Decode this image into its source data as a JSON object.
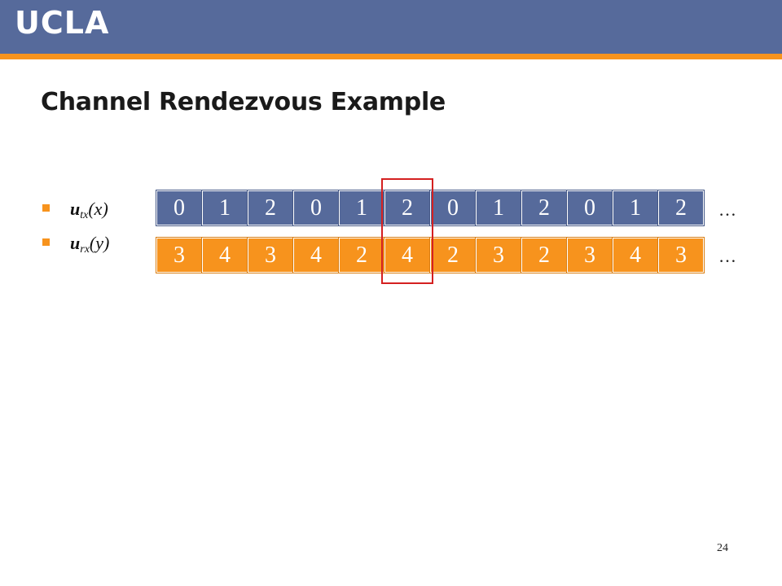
{
  "header": {
    "logo_text": "UCLA",
    "bar_color": "#566a9b",
    "stripe_color": "#f7931d"
  },
  "slide": {
    "title": "Channel Rendezvous Example",
    "page_number": "24"
  },
  "sequences": [
    {
      "label_u": "u",
      "label_sub": "tx",
      "label_arg": "(x)",
      "cells": [
        "0",
        "1",
        "2",
        "0",
        "1",
        "2",
        "0",
        "1",
        "2",
        "0",
        "1",
        "2"
      ],
      "ellipsis": "…",
      "color": "#566a9b"
    },
    {
      "label_u": "u",
      "label_sub": "rx",
      "label_arg": "(y)",
      "cells": [
        "3",
        "4",
        "3",
        "4",
        "2",
        "4",
        "2",
        "3",
        "2",
        "3",
        "4",
        "3"
      ],
      "ellipsis": "…",
      "color": "#f7931d"
    }
  ],
  "highlight": {
    "column_index": 5,
    "color": "#d42020"
  }
}
